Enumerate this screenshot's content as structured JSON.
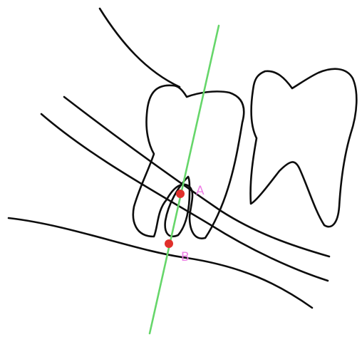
{
  "colors": {
    "outline": "#0d0d0d",
    "axis_line": "#66d66a",
    "point": "#e0302b",
    "label": "#ee7fe6",
    "background": "#ffffff"
  },
  "points": [
    {
      "id": "A",
      "label": "A"
    },
    {
      "id": "B",
      "label": "B"
    }
  ]
}
